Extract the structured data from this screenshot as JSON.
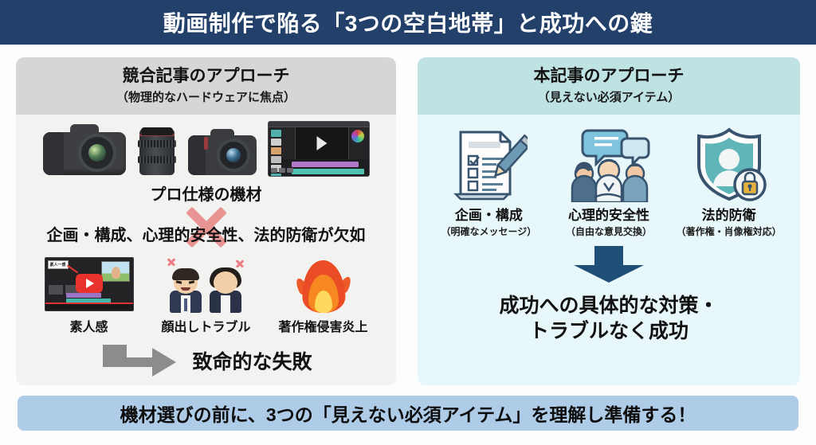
{
  "header": {
    "title": "動画制作で陥る「3つの空白地帯」と成功への鍵"
  },
  "left_panel": {
    "head_title": "競合記事のアプローチ",
    "head_sub": "（物理的なハードウェアに焦点）",
    "gear": {
      "caption": "プロ仕様の機材",
      "items": [
        {
          "name": "dslr-camera-icon"
        },
        {
          "name": "camera-lens-icon"
        },
        {
          "name": "dslr-camera-secondary-icon"
        },
        {
          "name": "video-editing-software-icon"
        }
      ]
    },
    "lack_text": "企画・構成、心理的安全性、法的防衛が欠如",
    "red_x_icon": "red-x-icon",
    "failures": [
      {
        "label": "素人感",
        "icon": "amateur-video-thumbnail-icon",
        "tag": "素人一感"
      },
      {
        "label": "顔出しトラブル",
        "icon": "angry-people-icon"
      },
      {
        "label": "著作権侵害炎上",
        "icon": "fire-flame-icon"
      }
    ],
    "conclusion": "致命的な失敗",
    "conclusion_arrow_icon": "gray-right-arrow-icon"
  },
  "right_panel": {
    "head_title": "本記事のアプローチ",
    "head_sub": "（見えない必須アイテム）",
    "items": [
      {
        "title": "企画・構成",
        "sub": "（明確なメッセージ）",
        "icon": "checklist-pencil-icon"
      },
      {
        "title": "心理的安全性",
        "sub": "（自由な意見交換）",
        "icon": "people-discussion-icon"
      },
      {
        "title": "法的防衛",
        "sub": "（著作権・肖像権対応）",
        "icon": "shield-person-lock-icon"
      }
    ],
    "conclusion_arrow_icon": "blue-down-arrow-icon",
    "conclusion_line1": "成功への具体的な対策・",
    "conclusion_line2": "トラブルなく成功"
  },
  "bottom_banner": {
    "text": "機材選びの前に、3つの「見えない必須アイテム」を理解し準備する！"
  },
  "colors": {
    "header_bg": "#22406a",
    "left_head_bg": "#d6d6d6",
    "left_body_bg": "#f2f2f0",
    "right_head_bg": "#bfe2e3",
    "right_body_bg": "#e8f7fa",
    "banner_bg": "#aecbe8",
    "red_x": "#e35b5b",
    "gray_arrow": "#8c8c8c",
    "blue_arrow": "#1f4e79",
    "icon_teal": "#5fb5b8",
    "icon_navy": "#37536e"
  }
}
